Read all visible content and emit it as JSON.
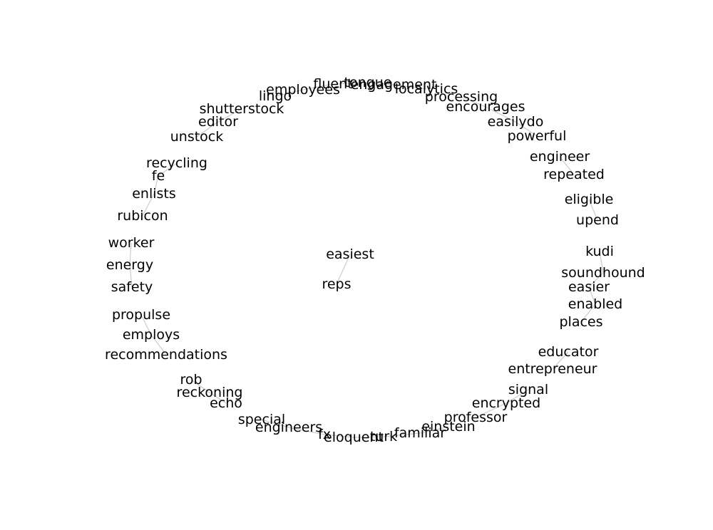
{
  "words": [
    "fluent",
    "tongue",
    "engagement",
    "localytics",
    "employees",
    "lingo",
    "processing",
    "encourages",
    "shutterstock",
    "editor",
    "easilydo",
    "unstock",
    "powerful",
    "engineer",
    "repeated",
    "recycling",
    "fe",
    "enlists",
    "eligible",
    "rubicon",
    "upend",
    "worker",
    "kudi",
    "easiest",
    "energy",
    "soundhound",
    "safety",
    "easier",
    "reps",
    "enabled",
    "propulse",
    "places",
    "employs",
    "recommendations",
    "educator",
    "entrepreneur",
    "rob",
    "signal",
    "reckoning",
    "encrypted",
    "echo",
    "special",
    "professor",
    "einstein",
    "engineers",
    "familiar",
    "fx",
    "eloquent",
    "turk"
  ],
  "edges": [
    [
      "recycling",
      "fe"
    ],
    [
      "fe",
      "enlists"
    ],
    [
      "enlists",
      "rubicon"
    ],
    [
      "worker",
      "energy"
    ],
    [
      "energy",
      "safety"
    ],
    [
      "propulse",
      "employs"
    ],
    [
      "employs",
      "recommendations"
    ],
    [
      "rob",
      "reckoning"
    ],
    [
      "reckoning",
      "echo"
    ],
    [
      "engineer",
      "repeated"
    ],
    [
      "eligible",
      "upend"
    ],
    [
      "kudi",
      "soundhound"
    ],
    [
      "soundhound",
      "easier"
    ],
    [
      "easier",
      "enabled"
    ],
    [
      "enabled",
      "places"
    ],
    [
      "educator",
      "entrepreneur"
    ],
    [
      "signal",
      "encrypted"
    ],
    [
      "encrypted",
      "professor"
    ],
    [
      "easiest",
      "reps"
    ],
    [
      "lingo",
      "employees"
    ],
    [
      "employees",
      "fluent"
    ],
    [
      "fluent",
      "tongue"
    ],
    [
      "tongue",
      "engagement"
    ],
    [
      "engagement",
      "localytics"
    ],
    [
      "processing",
      "encourages"
    ],
    [
      "encourages",
      "easilydo"
    ],
    [
      "easilydo",
      "powerful"
    ],
    [
      "shutterstock",
      "editor"
    ],
    [
      "editor",
      "unstock"
    ],
    [
      "special",
      "engineers"
    ],
    [
      "engineers",
      "fx"
    ],
    [
      "fx",
      "eloquent"
    ],
    [
      "eloquent",
      "turk"
    ],
    [
      "turk",
      "familiar"
    ],
    [
      "familiar",
      "einstein"
    ]
  ]
}
